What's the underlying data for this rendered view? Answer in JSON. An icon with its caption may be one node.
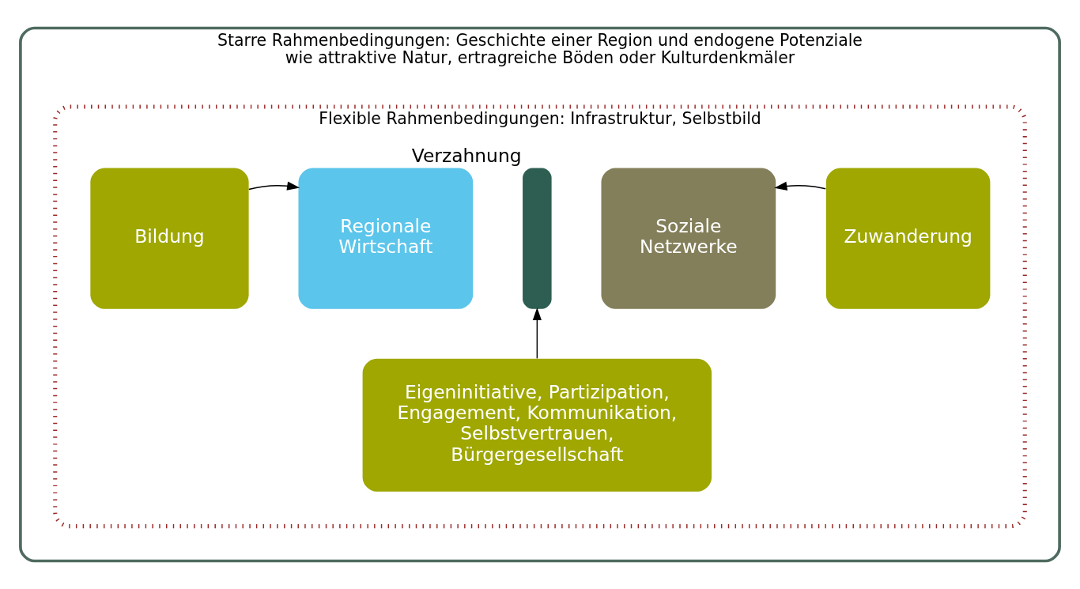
{
  "diagram": {
    "nodes": [
      {
        "text": [
          "Starre Rahmenbedingungen: Geschichte einer Region und endogene Potenziale wie attraktive Natur, ertragreiche Böden oder Kulturdenkmäler"
        ]
      },
      {
        "text": [
          "Flexible Rahmenbedingungen: Infrastruktur, Selbstbild"
        ],
        "in": 0
      },
      {
        "text": [
          "Bildung"
        ],
        "in": 1
      },
      {
        "text": [
          "Regionale Wirtschaft"
        ],
        "in": 1
      },
      {
        "text": [],
        "shape": "box",
        "beside": [
          "Verzahnung"
        ],
        "in": 1
      },
      {
        "text": [
          "Soziale Netzwerke"
        ],
        "in": 1
      },
      {
        "text": [
          "Zuwanderung"
        ],
        "in": 1
      },
      {
        "text": [
          "Eigeninitiative, Partizipation, Engagement, Kommunikation, Selbstvertrauen, Bürgergesellschaft"
        ],
        "in": 1
      }
    ],
    "edges": [
      {
        "from": 2,
        "to": 3,
        "arrow": "to"
      },
      {
        "from": 6,
        "to": 5,
        "arrow": "to"
      },
      {
        "from": 7,
        "to": 4,
        "arrow": "to"
      }
    ]
  }
}
